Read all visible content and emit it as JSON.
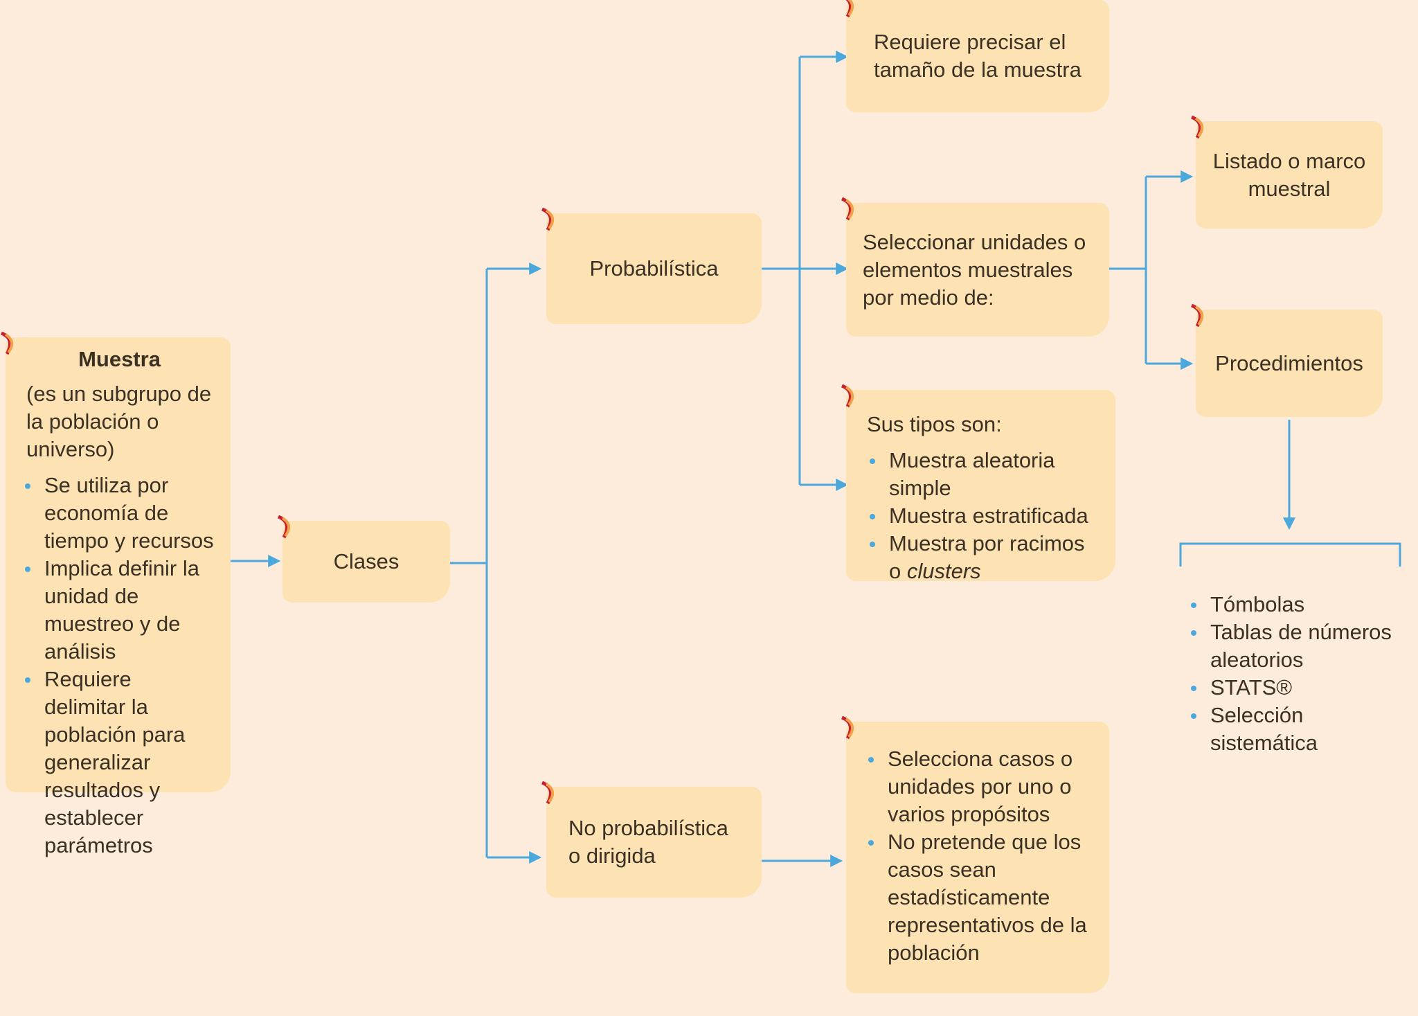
{
  "colors": {
    "background": "#fdecdc",
    "box": "#fde2b3",
    "connector": "#4aa8dc",
    "corner_red": "#c8202e",
    "corner_orange": "#f2a04a",
    "text": "#3b3024"
  },
  "muestra": {
    "title": "Muestra",
    "subtitle": "(es un subgrupo de la población o universo)",
    "bullets": [
      "Se utiliza por economía de tiempo y recursos",
      "Implica definir la unidad de muestreo y de análisis",
      "Requiere delimitar la población para generalizar resultados y establecer parámetros"
    ]
  },
  "clases": {
    "label": "Clases"
  },
  "probabilistica": {
    "label": "Probabilística"
  },
  "no_probabilistica": {
    "label": "No probabilística o dirigida"
  },
  "requiere": {
    "label": "Requiere precisar el tamaño de la muestra"
  },
  "seleccionar": {
    "label": "Seleccionar unidades o elementos muestrales por medio de:"
  },
  "tipos": {
    "heading": "Sus tipos son:",
    "items": [
      "Muestra aleatoria simple",
      "Muestra estratificada",
      "Muestra por racimos o clusters"
    ]
  },
  "listado": {
    "label": "Listado o marco muestral"
  },
  "procedimientos": {
    "label": "Procedimientos"
  },
  "procedimientos_list": [
    "Tómbolas",
    "Tablas de números aleatorios",
    "STATS®",
    "Selección sistemática"
  ],
  "no_prob_detalle": [
    "Selecciona casos o unidades por uno o varios propósitos",
    "No pretende que los casos sean estadísticamente representativos de la población"
  ]
}
